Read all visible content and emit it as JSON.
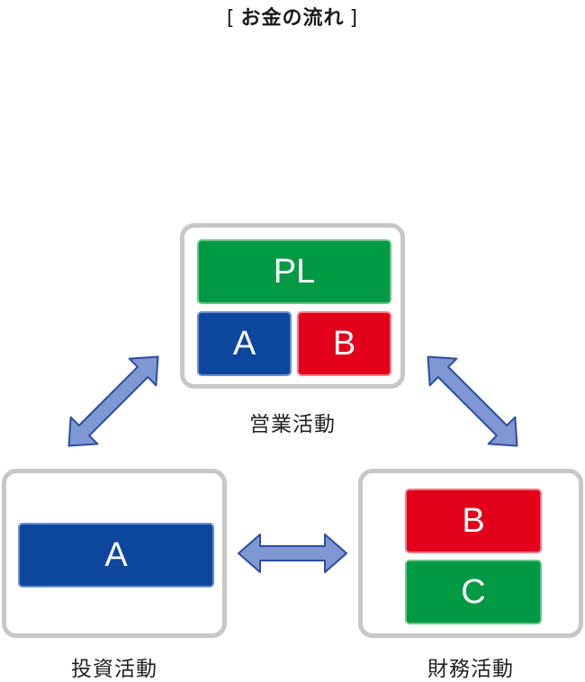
{
  "title": {
    "text": "お金の流れ",
    "bracket_open": "[",
    "bracket_close": "]"
  },
  "operating": {
    "label": "営業活動",
    "blocks": {
      "top": "PL",
      "left": "A",
      "right": "B"
    }
  },
  "investing": {
    "label": "投資活動",
    "blocks": {
      "main": "A"
    }
  },
  "financing": {
    "label": "財務活動",
    "blocks": {
      "top": "B",
      "bottom": "C"
    }
  },
  "colors": {
    "green": "#009a44",
    "blue": "#0c479d",
    "red": "#e3001b",
    "box_border": "#c7c7c7",
    "arrow_fill": "#7f97d3",
    "arrow_stroke": "#2c4e9e"
  }
}
